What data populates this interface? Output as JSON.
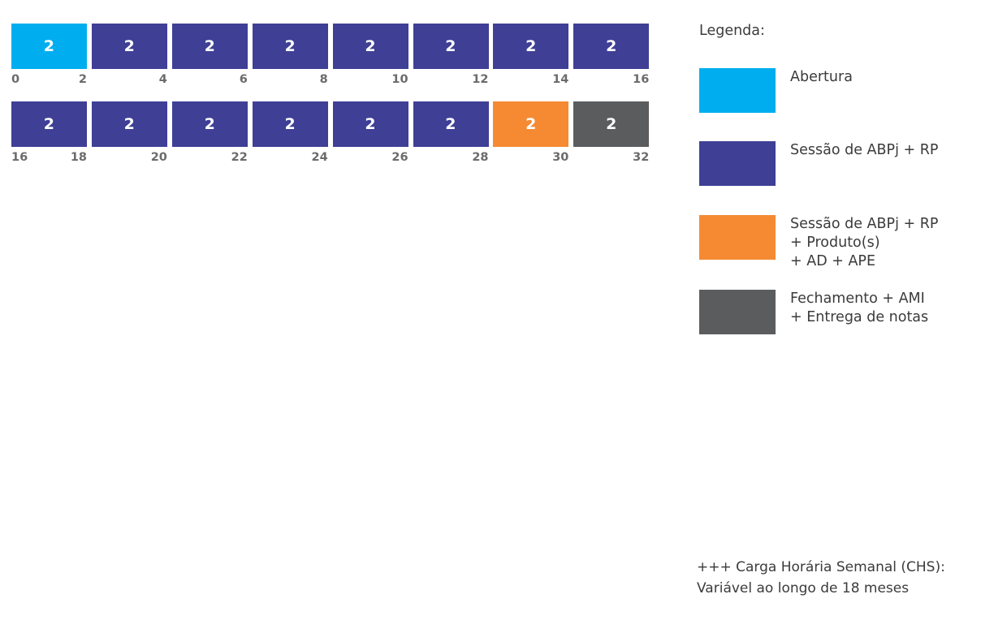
{
  "chart_data": {
    "type": "bar",
    "title": "",
    "subtitle": "",
    "xlabel": "",
    "ylabel": "",
    "grid": false,
    "legend_position": "right",
    "orientation": "horizontal-timeline",
    "bar_value_label": "2",
    "axis_unit": "semanas",
    "rows": [
      {
        "row_index": 0,
        "tick_start": "0",
        "ticks": [
          "2",
          "4",
          "6",
          "8",
          "10",
          "12",
          "14",
          "16"
        ],
        "segments": [
          {
            "label": "2",
            "value": 2,
            "start": 0,
            "end": 2,
            "category": "Abertura"
          },
          {
            "label": "2",
            "value": 2,
            "start": 2,
            "end": 4,
            "category": "Sessão de ABPj + RP"
          },
          {
            "label": "2",
            "value": 2,
            "start": 4,
            "end": 6,
            "category": "Sessão de ABPj + RP"
          },
          {
            "label": "2",
            "value": 2,
            "start": 6,
            "end": 8,
            "category": "Sessão de ABPj + RP"
          },
          {
            "label": "2",
            "value": 2,
            "start": 8,
            "end": 10,
            "category": "Sessão de ABPj + RP"
          },
          {
            "label": "2",
            "value": 2,
            "start": 10,
            "end": 12,
            "category": "Sessão de ABPj + RP"
          },
          {
            "label": "2",
            "value": 2,
            "start": 12,
            "end": 14,
            "category": "Sessão de ABPj + RP"
          },
          {
            "label": "2",
            "value": 2,
            "start": 14,
            "end": 16,
            "category": "Sessão de ABPj + RP"
          }
        ]
      },
      {
        "row_index": 1,
        "tick_start": "16",
        "ticks": [
          "18",
          "20",
          "22",
          "24",
          "26",
          "28",
          "30",
          "32"
        ],
        "segments": [
          {
            "label": "2",
            "value": 2,
            "start": 16,
            "end": 18,
            "category": "Sessão de ABPj + RP"
          },
          {
            "label": "2",
            "value": 2,
            "start": 18,
            "end": 20,
            "category": "Sessão de ABPj + RP"
          },
          {
            "label": "2",
            "value": 2,
            "start": 20,
            "end": 22,
            "category": "Sessão de ABPj + RP"
          },
          {
            "label": "2",
            "value": 2,
            "start": 22,
            "end": 24,
            "category": "Sessão de ABPj + RP"
          },
          {
            "label": "2",
            "value": 2,
            "start": 24,
            "end": 26,
            "category": "Sessão de ABPj + RP"
          },
          {
            "label": "2",
            "value": 2,
            "start": 26,
            "end": 28,
            "category": "Sessão de ABPj + RP"
          },
          {
            "label": "2",
            "value": 2,
            "start": 28,
            "end": 30,
            "category": "Sessão de ABPj + RP + Produto(s) + AD + APE"
          },
          {
            "label": "2",
            "value": 2,
            "start": 30,
            "end": 32,
            "category": "Fechamento + AMI + Entrega de notas"
          }
        ]
      }
    ],
    "colors": {
      "abertura": "#00AEEF",
      "sessao": "#3F3F96",
      "sessao_produto": "#F58A33",
      "fechamento": "#5B5C5E",
      "tick_text": "#6b6b6b",
      "body_text": "#3b3b3b",
      "bar_text": "#ffffff",
      "background": "#ffffff"
    }
  },
  "legend": {
    "title": "Legenda:",
    "items": [
      {
        "color": "#00AEEF",
        "label": "Abertura"
      },
      {
        "color": "#3F3F96",
        "label": "Sessão de ABPj + RP"
      },
      {
        "color": "#F58A33",
        "label": "Sessão de ABPj + RP\n+ Produto(s)\n+ AD + APE"
      },
      {
        "color": "#5B5C5E",
        "label": "Fechamento + AMI\n+ Entrega de notas"
      }
    ]
  },
  "footnote": {
    "text": "+++ Carga Horária Semanal (CHS):\n      Variável ao longo de 18 meses"
  }
}
